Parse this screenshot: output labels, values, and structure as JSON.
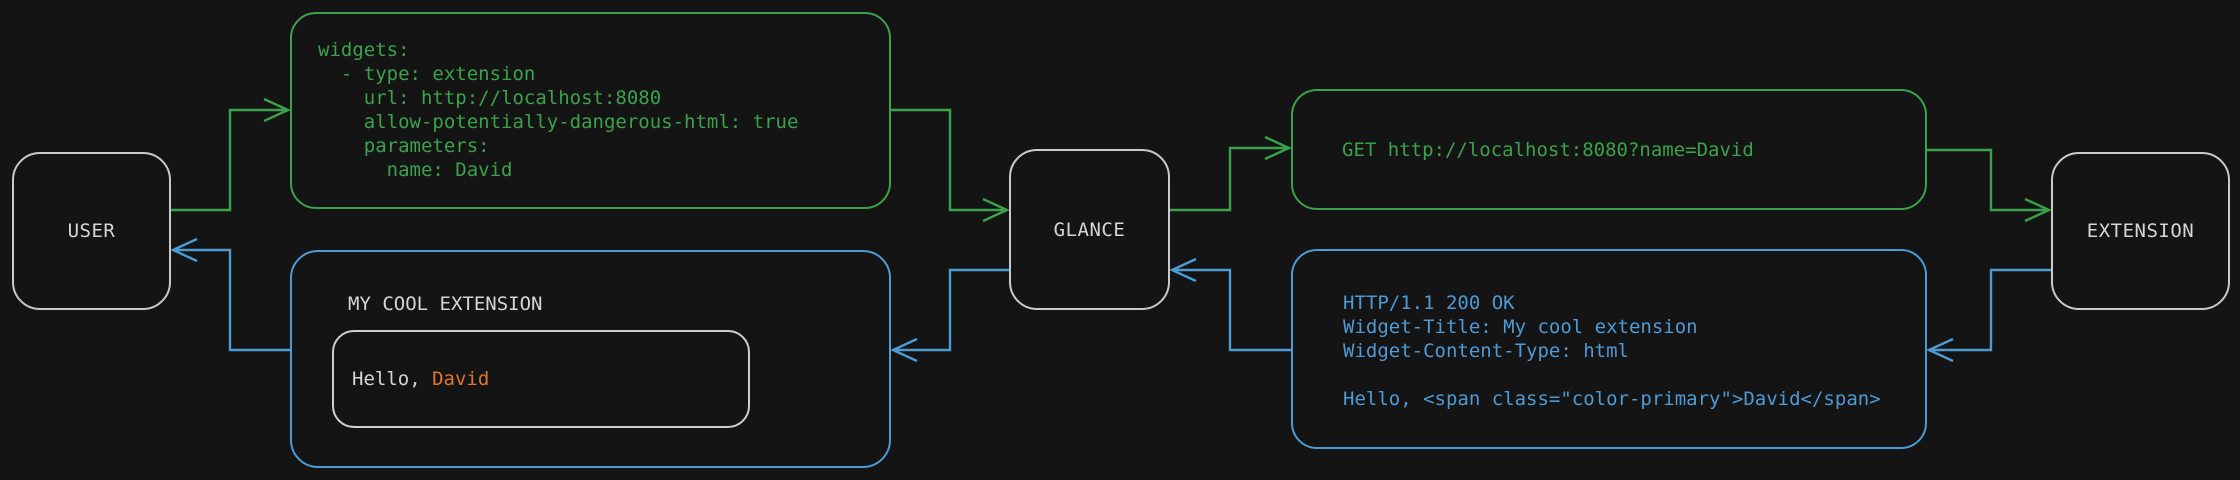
{
  "diagram": {
    "nodes": {
      "user": {
        "label": "USER"
      },
      "glance": {
        "label": "GLANCE"
      },
      "extension": {
        "label": "EXTENSION"
      }
    },
    "config_box": {
      "lines": [
        "widgets:",
        "  - type: extension",
        "    url: http://localhost:8080",
        "    allow-potentially-dangerous-html: true",
        "    parameters:",
        "      name: David"
      ]
    },
    "request_box": {
      "line": "GET http://localhost:8080?name=David"
    },
    "response_box": {
      "lines": [
        "HTTP/1.1 200 OK",
        "Widget-Title: My cool extension",
        "Widget-Content-Type: html",
        "",
        "Hello, <span class=\"color-primary\">David</span>"
      ]
    },
    "widget_box": {
      "title": "MY COOL EXTENSION",
      "greeting_prefix": "Hello, ",
      "greeting_name": "David"
    },
    "arrows": [
      {
        "name": "user-to-config",
        "color": "green"
      },
      {
        "name": "config-to-glance",
        "color": "green"
      },
      {
        "name": "glance-to-request",
        "color": "green"
      },
      {
        "name": "request-to-extension",
        "color": "green"
      },
      {
        "name": "extension-to-response",
        "color": "blue"
      },
      {
        "name": "response-to-glance",
        "color": "blue"
      },
      {
        "name": "glance-to-widget",
        "color": "blue"
      },
      {
        "name": "widget-to-user",
        "color": "blue"
      }
    ],
    "colors": {
      "background": "#141414",
      "green": "#3aa24a",
      "blue": "#4e9ad5",
      "orange": "#e0762d",
      "node_border": "#c9c9c9",
      "inner_border": "#cfcfcf",
      "text_light": "#d6d6d6"
    }
  }
}
